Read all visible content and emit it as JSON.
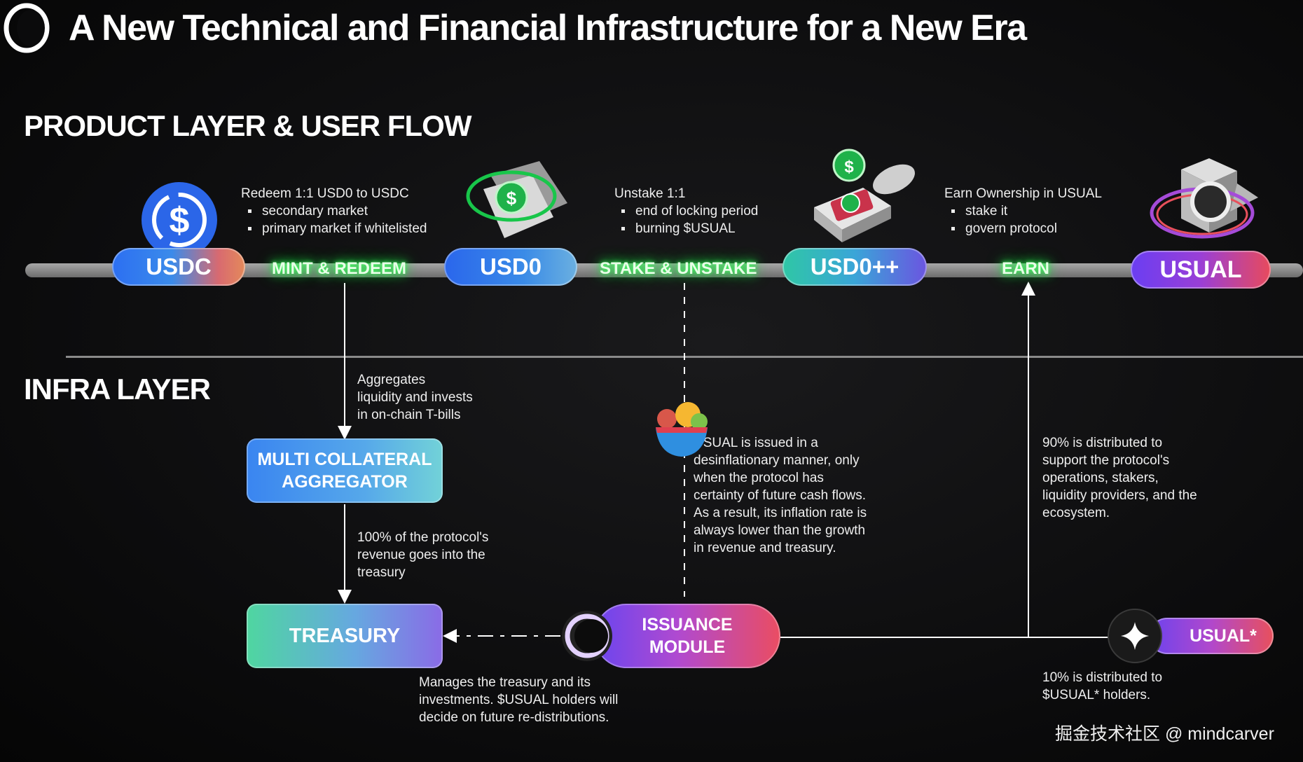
{
  "title": "A New Technical and Financial Infrastructure for a New Era",
  "sections": {
    "product": "PRODUCT LAYER & USER FLOW",
    "infra": "INFRA LAYER"
  },
  "tokens": {
    "usdc": "USDC",
    "usd0": "USD0",
    "usd0pp": "USD0++",
    "usual": "USUAL",
    "usual_star": "USUAL*"
  },
  "flows": {
    "mint_redeem": "MINT & REDEEM",
    "stake_unstake": "STAKE & UNSTAKE",
    "earn": "EARN"
  },
  "notes": {
    "redeem": {
      "title": "Redeem 1:1 USD0 to USDC",
      "items": [
        "secondary market",
        "primary market if whitelisted"
      ]
    },
    "unstake": {
      "title": "Unstake 1:1",
      "items": [
        "end of locking period",
        "burning $USUAL"
      ]
    },
    "earn": {
      "title": "Earn Ownership in USUAL",
      "items": [
        "stake it",
        "govern protocol"
      ]
    },
    "aggregates": [
      "Aggregates",
      "liquidity and invests",
      "in on-chain T-bills"
    ],
    "revenue": [
      "100% of the protocol's",
      "revenue goes into the",
      "treasury"
    ],
    "issuance": [
      "USUAL is issued in a",
      "desinflationary manner, only",
      "when the protocol has",
      "certainty of future cash flows.",
      "As a result, its inflation rate is",
      "always lower than the growth",
      "in revenue and treasury."
    ],
    "ninety": [
      "90% is distributed to",
      "support the protocol's",
      "operations, stakers,",
      "liquidity providers, and the",
      "ecosystem."
    ],
    "ten": [
      "10% is distributed to",
      "$USUAL* holders."
    ],
    "treasury": [
      "Manages the treasury and its",
      "investments. $USUAL holders will",
      "decide on future re-distributions."
    ]
  },
  "boxes": {
    "aggregator": [
      "MULTI COLLATERAL",
      "AGGREGATOR"
    ],
    "treasury": "TREASURY",
    "issuance": [
      "ISSUANCE",
      "MODULE"
    ]
  },
  "icons": [
    "logo-ring-icon",
    "usdc-coin-icon",
    "usd0-coin-stack-icon",
    "usd0pp-vault-icon",
    "usual-cube-icon",
    "fruit-bowl-icon",
    "eclipse-icon",
    "sparkle-icon"
  ],
  "watermark": "掘金技术社区 @ mindcarver"
}
